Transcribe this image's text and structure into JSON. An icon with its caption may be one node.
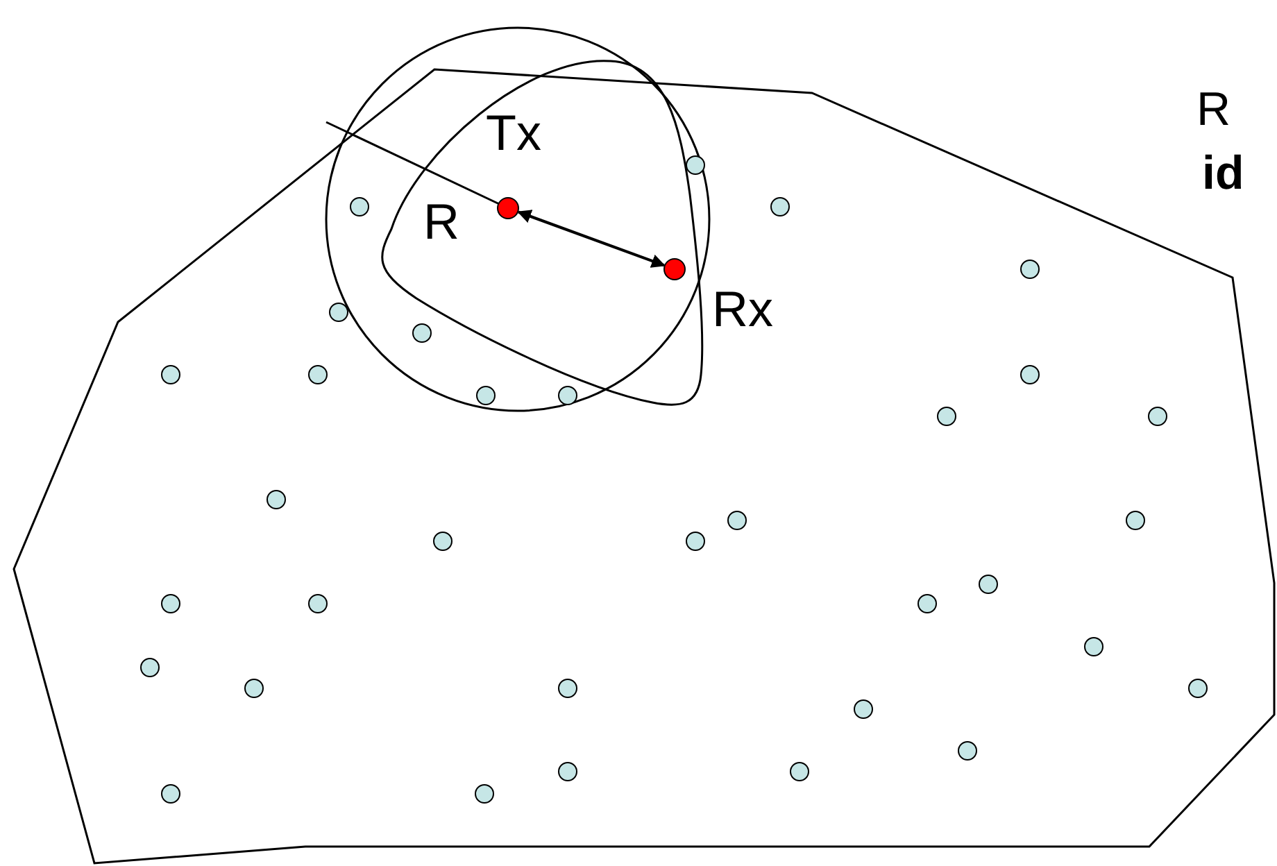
{
  "diagram": {
    "nodes": [
      {
        "text": [],
        "shape": "circle",
        "beside": [
          "Tx"
        ]
      },
      {
        "text": [],
        "shape": "circle",
        "beside": [
          "Rx"
        ]
      },
      {
        "text": [],
        "shape": "circle"
      },
      {
        "text": [],
        "shape": "circle"
      },
      {
        "text": [],
        "shape": "circle"
      },
      {
        "text": [],
        "shape": "circle"
      },
      {
        "text": [],
        "shape": "circle"
      },
      {
        "text": [],
        "shape": "circle"
      },
      {
        "text": [],
        "shape": "circle"
      },
      {
        "text": [],
        "shape": "circle"
      },
      {
        "text": [],
        "shape": "circle"
      },
      {
        "text": [],
        "shape": "circle"
      },
      {
        "text": [],
        "shape": "circle"
      },
      {
        "text": [],
        "shape": "circle"
      },
      {
        "text": [],
        "shape": "circle"
      },
      {
        "text": [],
        "shape": "circle"
      },
      {
        "text": [],
        "shape": "circle"
      },
      {
        "text": [],
        "shape": "circle"
      },
      {
        "text": [],
        "shape": "circle"
      },
      {
        "text": [],
        "shape": "circle"
      },
      {
        "text": [],
        "shape": "circle"
      },
      {
        "text": [],
        "shape": "circle"
      },
      {
        "text": [],
        "shape": "circle"
      },
      {
        "text": [],
        "shape": "circle"
      },
      {
        "text": [],
        "shape": "circle"
      },
      {
        "text": [],
        "shape": "circle"
      },
      {
        "text": [],
        "shape": "circle"
      },
      {
        "text": [],
        "shape": "circle"
      },
      {
        "text": [],
        "shape": "circle"
      },
      {
        "text": [],
        "shape": "circle"
      },
      {
        "text": [],
        "shape": "circle"
      },
      {
        "text": [],
        "shape": "circle"
      },
      {
        "text": [],
        "shape": "circle"
      },
      {
        "text": [],
        "shape": "circle"
      },
      {
        "text": [],
        "shape": "circle"
      }
    ],
    "edges": [
      {
        "from": 0,
        "to": 1,
        "arrow": "both"
      }
    ],
    "labels": [
      "R",
      "R",
      "id"
    ]
  }
}
